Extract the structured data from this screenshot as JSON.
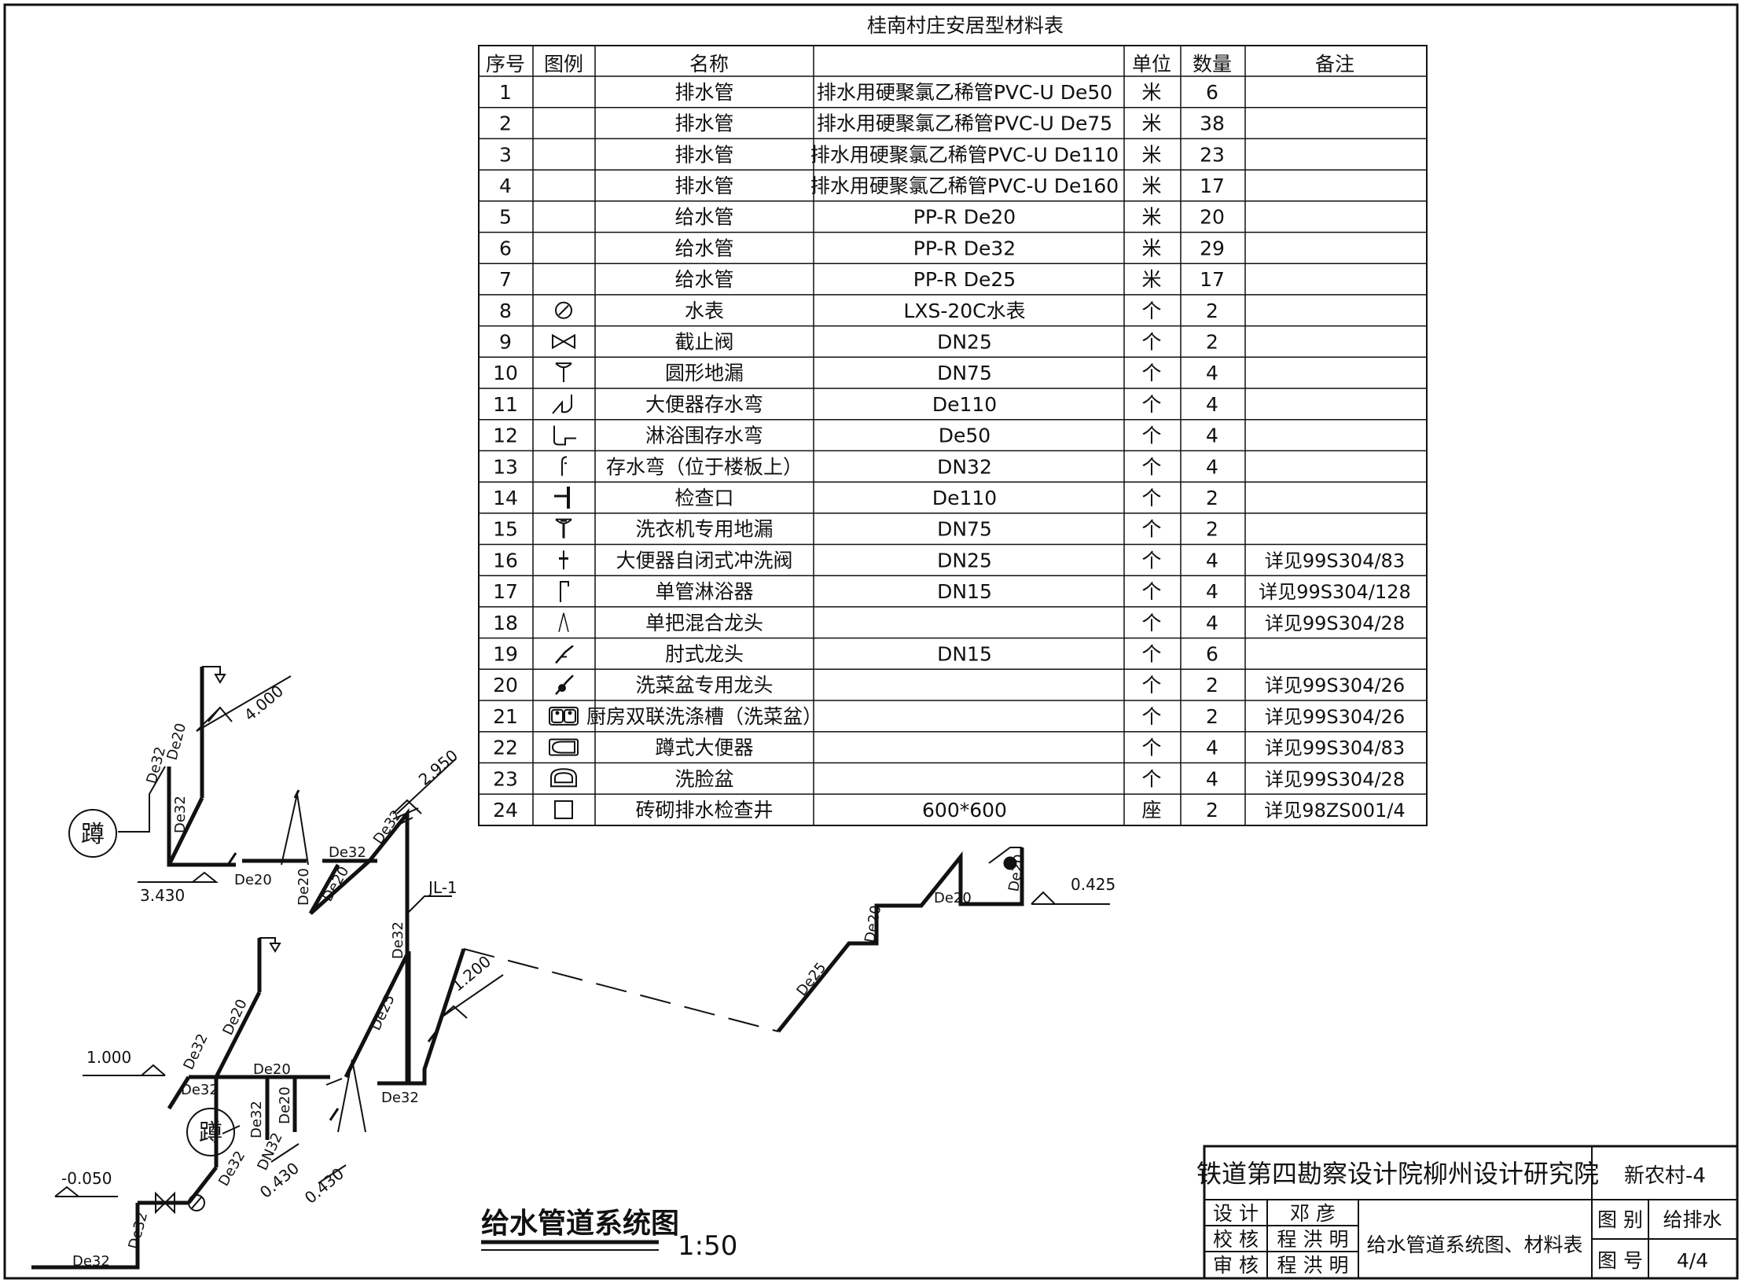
{
  "table": {
    "title": "桂南村庄安居型材料表",
    "headers": [
      "序号",
      "图例",
      "名称",
      "",
      "单位",
      "数量",
      "备注"
    ],
    "rows": [
      {
        "no": "1",
        "symbol": "",
        "name": "排水管",
        "spec": "排水用硬聚氯乙稀管PVC-U De50",
        "unit": "米",
        "qty": "6",
        "note": ""
      },
      {
        "no": "2",
        "symbol": "",
        "name": "排水管",
        "spec": "排水用硬聚氯乙稀管PVC-U De75",
        "unit": "米",
        "qty": "38",
        "note": ""
      },
      {
        "no": "3",
        "symbol": "",
        "name": "排水管",
        "spec": "排水用硬聚氯乙稀管PVC-U De110",
        "unit": "米",
        "qty": "23",
        "note": ""
      },
      {
        "no": "4",
        "symbol": "",
        "name": "排水管",
        "spec": "排水用硬聚氯乙稀管PVC-U De160",
        "unit": "米",
        "qty": "17",
        "note": ""
      },
      {
        "no": "5",
        "symbol": "",
        "name": "给水管",
        "spec": "PP-R De20",
        "unit": "米",
        "qty": "20",
        "note": ""
      },
      {
        "no": "6",
        "symbol": "",
        "name": "给水管",
        "spec": "PP-R De32",
        "unit": "米",
        "qty": "29",
        "note": ""
      },
      {
        "no": "7",
        "symbol": "",
        "name": "给水管",
        "spec": "PP-R De25",
        "unit": "米",
        "qty": "17",
        "note": ""
      },
      {
        "no": "8",
        "symbol": "water-meter-symbol",
        "name": "水表",
        "spec": "LXS-20C水表",
        "unit": "个",
        "qty": "2",
        "note": ""
      },
      {
        "no": "9",
        "symbol": "stop-valve-symbol",
        "name": "截止阀",
        "spec": "DN25",
        "unit": "个",
        "qty": "2",
        "note": ""
      },
      {
        "no": "10",
        "symbol": "round-floor-drain-symbol",
        "name": "圆形地漏",
        "spec": "DN75",
        "unit": "个",
        "qty": "4",
        "note": ""
      },
      {
        "no": "11",
        "symbol": "toilet-trap-symbol",
        "name": "大便器存水弯",
        "spec": "De110",
        "unit": "个",
        "qty": "4",
        "note": ""
      },
      {
        "no": "12",
        "symbol": "shower-trap-symbol",
        "name": "淋浴围存水弯",
        "spec": "De50",
        "unit": "个",
        "qty": "4",
        "note": ""
      },
      {
        "no": "13",
        "symbol": "floor-trap-symbol",
        "name": "存水弯（位于楼板上）",
        "spec": "DN32",
        "unit": "个",
        "qty": "4",
        "note": ""
      },
      {
        "no": "14",
        "symbol": "cleanout-symbol",
        "name": "检查口",
        "spec": "De110",
        "unit": "个",
        "qty": "2",
        "note": ""
      },
      {
        "no": "15",
        "symbol": "washer-floor-drain-symbol",
        "name": "洗衣机专用地漏",
        "spec": "DN75",
        "unit": "个",
        "qty": "2",
        "note": ""
      },
      {
        "no": "16",
        "symbol": "flush-valve-symbol",
        "name": "大便器自闭式冲洗阀",
        "spec": "DN25",
        "unit": "个",
        "qty": "4",
        "note": "详见99S304/83"
      },
      {
        "no": "17",
        "symbol": "shower-head-symbol",
        "name": "单管淋浴器",
        "spec": "DN15",
        "unit": "个",
        "qty": "4",
        "note": "详见99S304/128"
      },
      {
        "no": "18",
        "symbol": "mixer-faucet-symbol",
        "name": "单把混合龙头",
        "spec": "",
        "unit": "个",
        "qty": "4",
        "note": "详见99S304/28"
      },
      {
        "no": "19",
        "symbol": "elbow-faucet-symbol",
        "name": "肘式龙头",
        "spec": "DN15",
        "unit": "个",
        "qty": "6",
        "note": ""
      },
      {
        "no": "20",
        "symbol": "sink-faucet-symbol",
        "name": "洗菜盆专用龙头",
        "spec": "",
        "unit": "个",
        "qty": "2",
        "note": "详见99S304/26"
      },
      {
        "no": "21",
        "symbol": "double-sink-symbol",
        "name": "厨房双联洗涤槽（洗菜盆）",
        "spec": "",
        "unit": "个",
        "qty": "2",
        "note": "详见99S304/26"
      },
      {
        "no": "22",
        "symbol": "squat-toilet-symbol",
        "name": "蹲式大便器",
        "spec": "",
        "unit": "个",
        "qty": "4",
        "note": "详见99S304/83"
      },
      {
        "no": "23",
        "symbol": "washbasin-symbol",
        "name": "洗脸盆",
        "spec": "",
        "unit": "个",
        "qty": "4",
        "note": "详见99S304/28"
      },
      {
        "no": "24",
        "symbol": "inspection-well-symbol",
        "name": "砖砌排水检查井",
        "spec": "600*600",
        "unit": "座",
        "qty": "2",
        "note": "详见98ZS001/4"
      }
    ]
  },
  "diagram": {
    "title": "给水管道系统图",
    "scale": "1:50",
    "squat_label": "蹲",
    "riser_label": "JL-1",
    "levels": {
      "upper_shower": "4.000",
      "upper_floor": "3.430",
      "riser_top": "2.950",
      "mid": "1.200",
      "lower_floor": "1.000",
      "entry": "-0.050",
      "valve_a": "0.430",
      "valve_b": "0.430",
      "right_end": "0.425"
    },
    "pipe_labels": {
      "de32": "De32",
      "de20": "De20",
      "de25": "De25",
      "dn32": "DN32"
    }
  },
  "title_block": {
    "institute": "铁道第四勘察设计院柳州设计研究院",
    "project": "新农村-4",
    "design_label": "设 计",
    "design_name": "邓 彦",
    "check_label": "校 核",
    "check_name": "程 洪 明",
    "review_label": "审 核",
    "review_name": "程 洪 明",
    "drawing_title": "给水管道系统图、材料表",
    "category_label": "图 别",
    "category_value": "给排水",
    "number_label": "图 号",
    "number_value": "4/4"
  }
}
